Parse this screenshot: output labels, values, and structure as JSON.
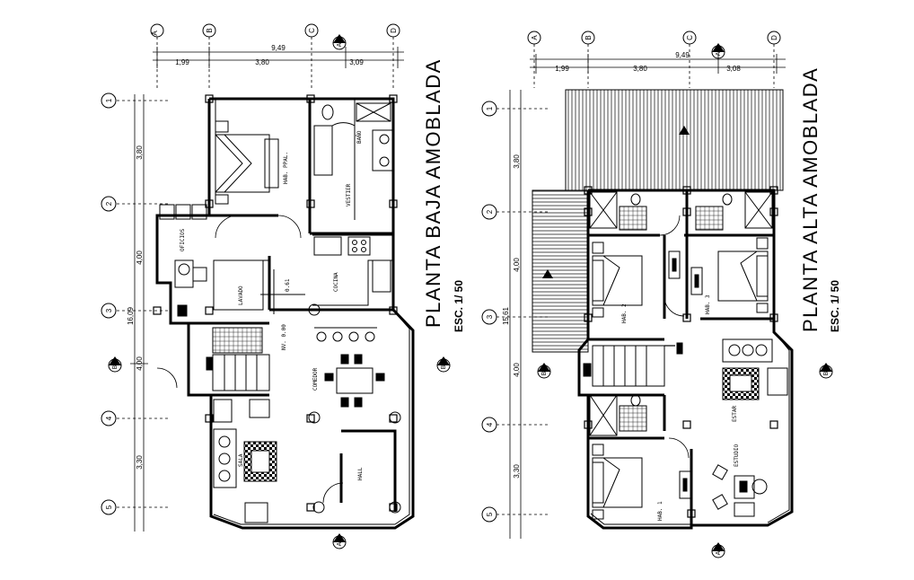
{
  "plans": [
    {
      "title": "PLANTA BAJA AMOBLADA",
      "scale": "ESC. 1/ 50",
      "dim_total": "9,49",
      "dims_h": [
        "1,99",
        "3,80",
        "3,09"
      ],
      "dims_v": [
        "3,80",
        "4,00",
        "4,00",
        "3,30"
      ],
      "dim_v_total": "16,09",
      "level": "NV. 0.00",
      "level2": "0.61",
      "rooms": {
        "hab_ppal": "HAB. PPAL.",
        "bano": "BAÑO",
        "vestier": "VESTIER",
        "oficios": "OFICIOS",
        "cocina": "COCINA",
        "lavado": "LAVADO",
        "comedor": "COMEDOR",
        "sala": "SALA",
        "hall": "HALL"
      }
    },
    {
      "title": "PLANTA ALTA AMOBLADA",
      "scale": "ESC. 1/ 50",
      "dim_total": "9,49",
      "dims_h": [
        "1,99",
        "3,80",
        "3,08"
      ],
      "dims_v": [
        "3,80",
        "4,00",
        "4,00",
        "3,30"
      ],
      "dim_v_total": "15,61",
      "rooms": {
        "hab2": "HAB. 2",
        "hab3": "HAB. 3",
        "hab1": "HAB. 1",
        "estar": "ESTAR",
        "estudio": "ESTUDIO"
      }
    }
  ],
  "grid_cols": [
    "A",
    "B",
    "C",
    "D"
  ],
  "grid_rows": [
    "1",
    "2",
    "3",
    "4",
    "5"
  ],
  "section_marks": [
    "A",
    "B"
  ]
}
